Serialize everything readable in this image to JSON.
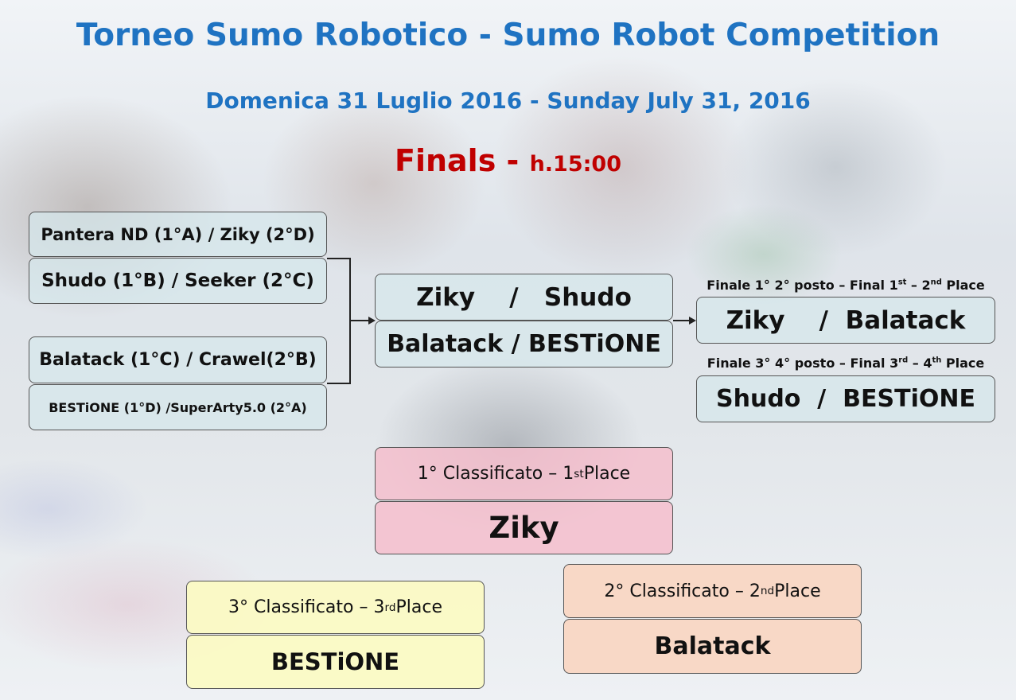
{
  "header": {
    "title": "Torneo Sumo Robotico  - Sumo Robot Competition",
    "date": "Domenica 31 Luglio 2016 -  Sunday July 31, 2016",
    "finals_label": "Finals - ",
    "finals_time": "h.15:00"
  },
  "semifinal_groups": [
    "Pantera ND (1°A) / Ziky (2°D)",
    "Shudo (1°B) / Seeker (2°C)",
    "Balatack (1°C) / Crawel(2°B)",
    "BESTiONE (1°D) /SuperArty5.0 (2°A)"
  ],
  "semifinals": [
    "Ziky    /   Shudo",
    "Balatack / BESTiONE"
  ],
  "final_1_2": {
    "label_main": "Finale 1° 2° posto – Final 1",
    "label_sup_1": "st",
    "label_mid": " – 2",
    "label_sup_2": "nd",
    "label_end": " Place",
    "match": "Ziky    /  Balatack"
  },
  "final_3_4": {
    "label_main": "Finale 3° 4° posto – Final 3",
    "label_sup_1": "rd",
    "label_mid": " – 4",
    "label_sup_2": "th",
    "label_end": " Place",
    "match": "Shudo  /  BESTiONE"
  },
  "first_place": {
    "label_main": "1° Classificato – 1",
    "label_sup": "st",
    "label_end": " Place",
    "winner": "Ziky"
  },
  "second_place": {
    "label_main": "2° Classificato – 2",
    "label_sup": "nd",
    "label_end": " Place",
    "winner": "Balatack"
  },
  "third_place": {
    "label_main": "3° Classificato – 3",
    "label_sup": "rd",
    "label_end": " Place",
    "winner": "BESTiONE"
  },
  "colors": {
    "title_blue": "#1f73c2",
    "finals_red": "#c00000",
    "first_place_pink": "#f4becc",
    "second_place_peach": "#f9d6c2",
    "third_place_yellow": "#fbfac4"
  }
}
